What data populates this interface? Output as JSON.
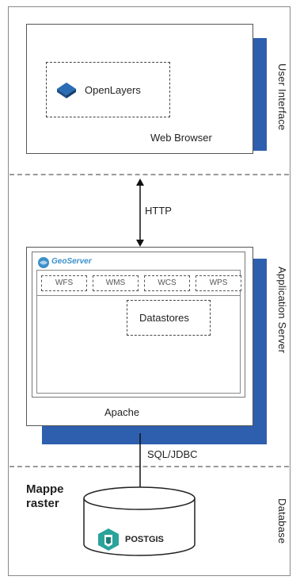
{
  "layers": {
    "ui": "User Interface",
    "app": "Application Server",
    "db": "Database"
  },
  "web_browser": {
    "label": "Web Browser",
    "component": "OpenLayers"
  },
  "connectors": {
    "top": "HTTP",
    "bottom": "SQL/JDBC"
  },
  "geoserver": {
    "logo_text": "GeoServer",
    "services": [
      "WFS",
      "WMS",
      "WCS",
      "WPS"
    ],
    "datastores": "Datastores",
    "container": "Apache"
  },
  "database": {
    "raster_label_line1": "Mappe",
    "raster_label_line2": "raster",
    "product": "POSTGIS"
  },
  "colors": {
    "shadow": "#2e5fae",
    "openlayers_icon": "#2a6db5",
    "geoserver_logo": "#3b8fc9",
    "postgis_icon": "#2aa39b"
  }
}
